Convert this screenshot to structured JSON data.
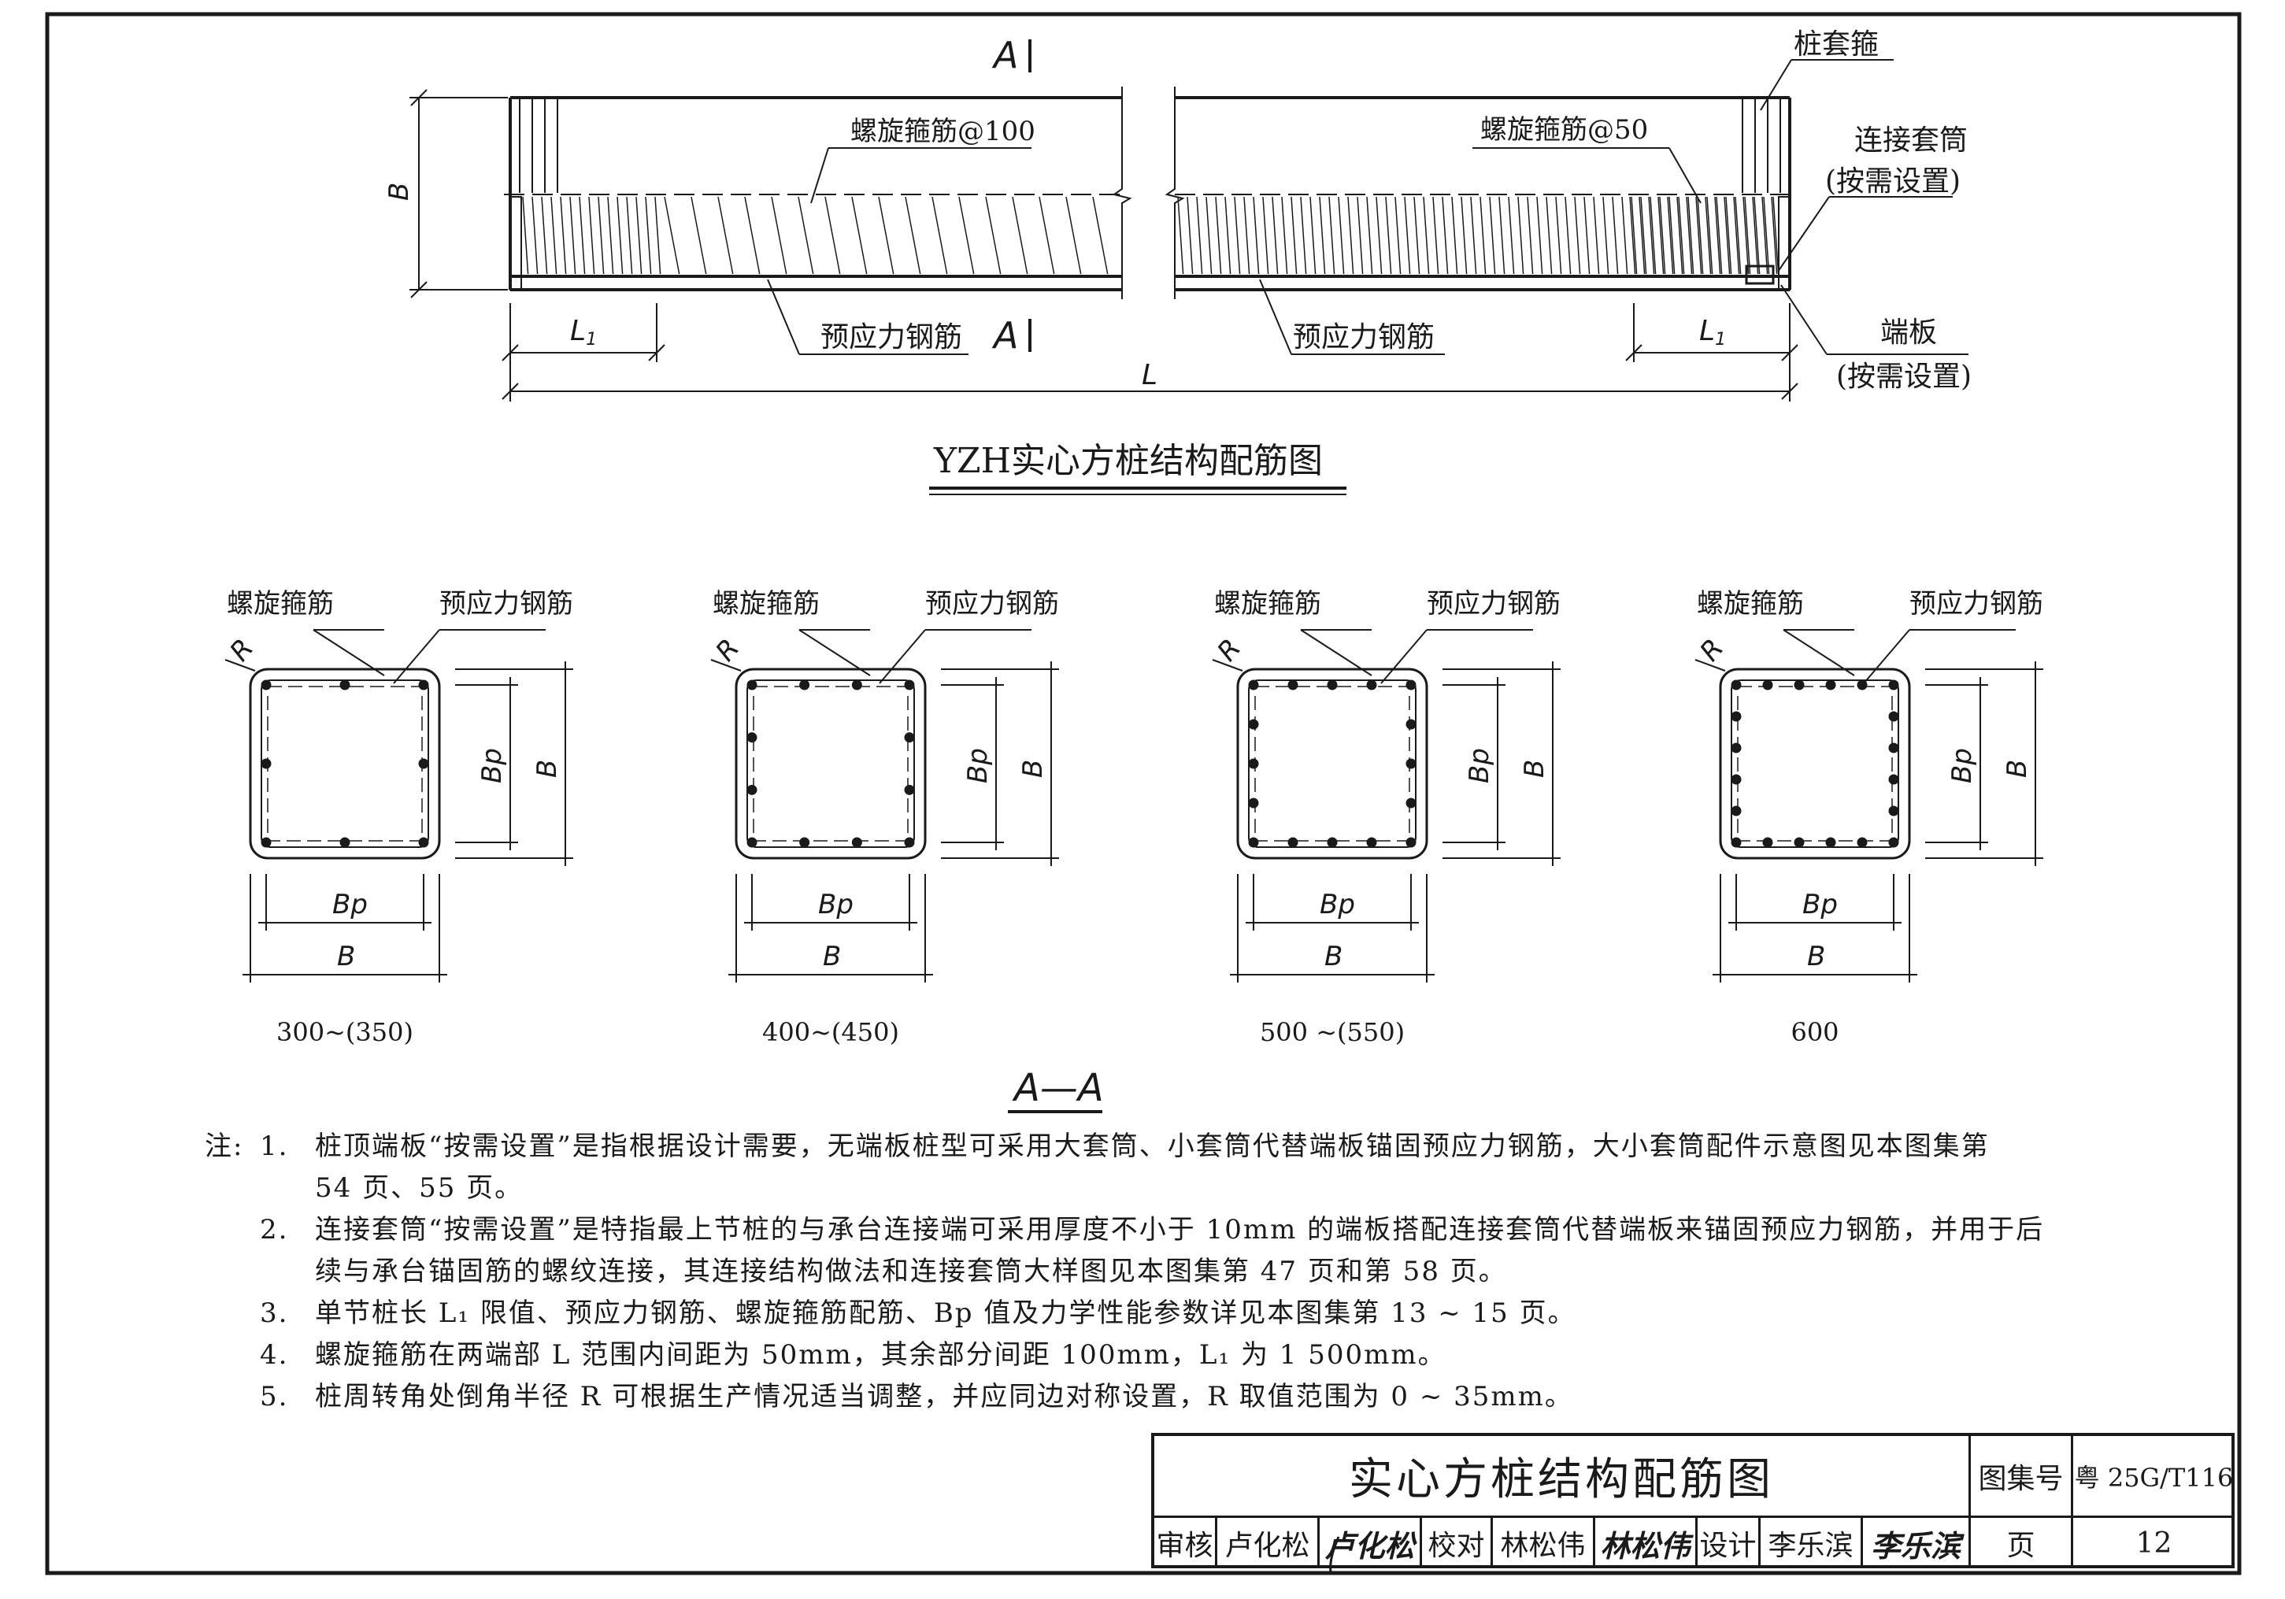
{
  "elevation": {
    "section_mark_left": "A",
    "section_mark_right": "A",
    "dim_b": "B",
    "label_spiral_100": "螺旋箍筋@100",
    "label_spiral_50": "螺旋箍筋@50",
    "label_prestress_left": "预应力钢筋",
    "label_prestress_right": "预应力钢筋",
    "label_sleeve_hoop": "桩套箍",
    "label_connect_sleeve": "连接套筒",
    "label_connect_sleeve_note": "(按需设置)",
    "label_end_plate": "端板",
    "label_end_plate_note": "(按需设置)",
    "dim_l1": "L",
    "dim_l1_sub": "1",
    "dim_l": "L",
    "title": "YZH实心方桩结构配筋图"
  },
  "sections": [
    {
      "label_spiral": "螺旋箍筋",
      "label_prestress": "预应力钢筋",
      "r": "R",
      "bp": "Bp",
      "b": "B",
      "size": "300~(350)"
    },
    {
      "label_spiral": "螺旋箍筋",
      "label_prestress": "预应力钢筋",
      "r": "R",
      "bp": "Bp",
      "b": "B",
      "size": "400~(450)"
    },
    {
      "label_spiral": "螺旋箍筋",
      "label_prestress": "预应力钢筋",
      "r": "R",
      "bp": "Bp",
      "b": "B",
      "size": "500 ~(550)"
    },
    {
      "label_spiral": "螺旋箍筋",
      "label_prestress": "预应力钢筋",
      "r": "R",
      "bp": "Bp",
      "b": "B",
      "size": "600"
    }
  ],
  "section_title": "A—A",
  "notes": {
    "prefix": "注:",
    "items": [
      {
        "num": "1.",
        "lines": [
          "桩顶端板“按需设置”是指根据设计需要，无端板桩型可采用大套筒、小套筒代替端板锚固预应力钢筋，大小套筒配件示意图见本图集第",
          "54 页、55 页。"
        ]
      },
      {
        "num": "2.",
        "lines": [
          "连接套筒“按需设置”是特指最上节桩的与承台连接端可采用厚度不小于 10mm 的端板搭配连接套筒代替端板来锚固预应力钢筋，并用于后",
          "续与承台锚固筋的螺纹连接，其连接结构做法和连接套筒大样图见本图集第 47 页和第 58 页。"
        ]
      },
      {
        "num": "3.",
        "lines": [
          "单节桩长 L₁ 限值、预应力钢筋、螺旋箍筋配筋、Bp 值及力学性能参数详见本图集第 13 ~ 15 页。"
        ]
      },
      {
        "num": "4.",
        "lines": [
          "螺旋箍筋在两端部 L 范围内间距为 50mm，其余部分间距 100mm，L₁ 为 1 500mm。"
        ]
      },
      {
        "num": "5.",
        "lines": [
          "桩周转角处倒角半径 R 可根据生产情况适当调整，并应同边对称设置，R 取值范围为 0 ~ 35mm。"
        ]
      }
    ]
  },
  "title_block": {
    "title": "实心方桩结构配筋图",
    "atlas_label": "图集号",
    "atlas_value": "粤 25G/T116",
    "review_label": "审核",
    "review_name": "卢化松",
    "review_sign": "卢化松",
    "check_label": "校对",
    "check_name": "林松伟",
    "check_sign": "林松伟",
    "design_label": "设计",
    "design_name": "李乐滨",
    "design_sign": "李乐滨",
    "page_label": "页",
    "page_value": "12"
  },
  "colors": {
    "ink": "#1a1a1a",
    "paper": "#ffffff"
  }
}
